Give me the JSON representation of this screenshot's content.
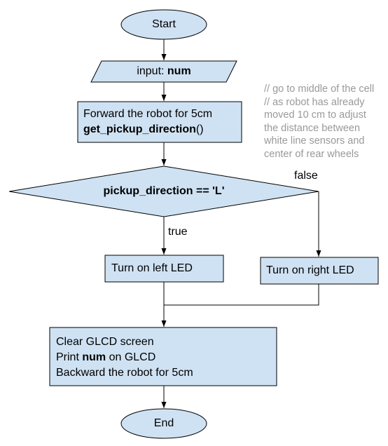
{
  "nodes": {
    "start": {
      "label": "Start"
    },
    "input": {
      "prefix": "input: ",
      "var": "num"
    },
    "forward": {
      "line1": "Forward the robot for 5cm",
      "func": "get_pickup_direction",
      "call": "()"
    },
    "decision": {
      "expr": "pickup_direction",
      "rest": " == 'L'"
    },
    "left_led": {
      "label": "Turn on left LED"
    },
    "right_led": {
      "label": "Turn on right LED"
    },
    "final_block": {
      "line1": "Clear GLCD screen",
      "line2_pre": "Print ",
      "line2_var": "num",
      "line2_post": " on GLCD",
      "line3": "Backward the robot for 5cm"
    },
    "end": {
      "label": "End"
    }
  },
  "edges": {
    "true_label": "true",
    "false_label": "false"
  },
  "comment": [
    "// go to middle of the cell",
    "// as robot has already",
    "moved 10 cm to adjust",
    "the distance between",
    "white line sensors and",
    "center of rear wheels"
  ],
  "colors": {
    "node_fill": "#cfe2f3",
    "stroke": "#000000",
    "comment_text": "#999999"
  }
}
